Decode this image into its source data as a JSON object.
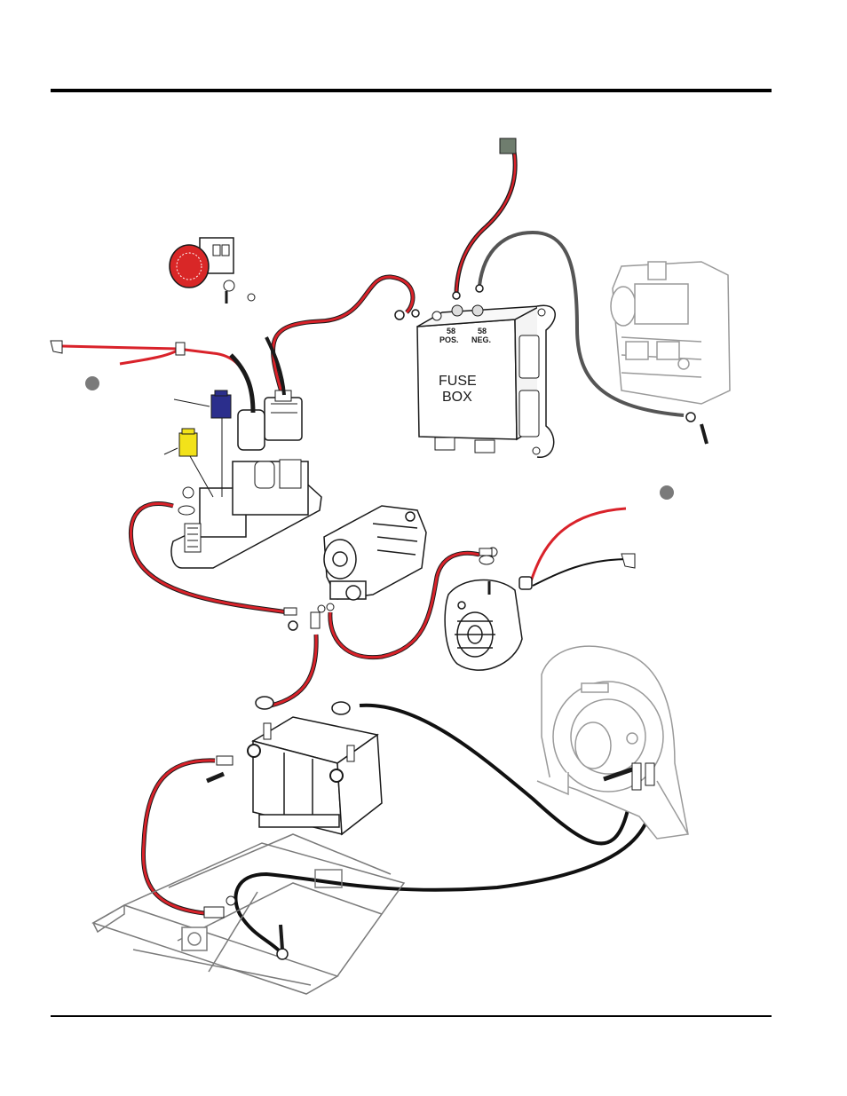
{
  "fuse_box": {
    "line1": "FUSE",
    "line2": "BOX",
    "pos_terminal": "58",
    "pos_label": "POS.",
    "neg_terminal": "58",
    "neg_label": "NEG."
  },
  "colors": {
    "positive_cable": "#d9222a",
    "negative_cable": "#111111",
    "ground_cable": "#555555",
    "blue_fuse": "#2b2e8c",
    "yellow_fuse": "#f2e21a",
    "estop_red": "#d92727",
    "connector_tag": "#6f7d6e"
  }
}
